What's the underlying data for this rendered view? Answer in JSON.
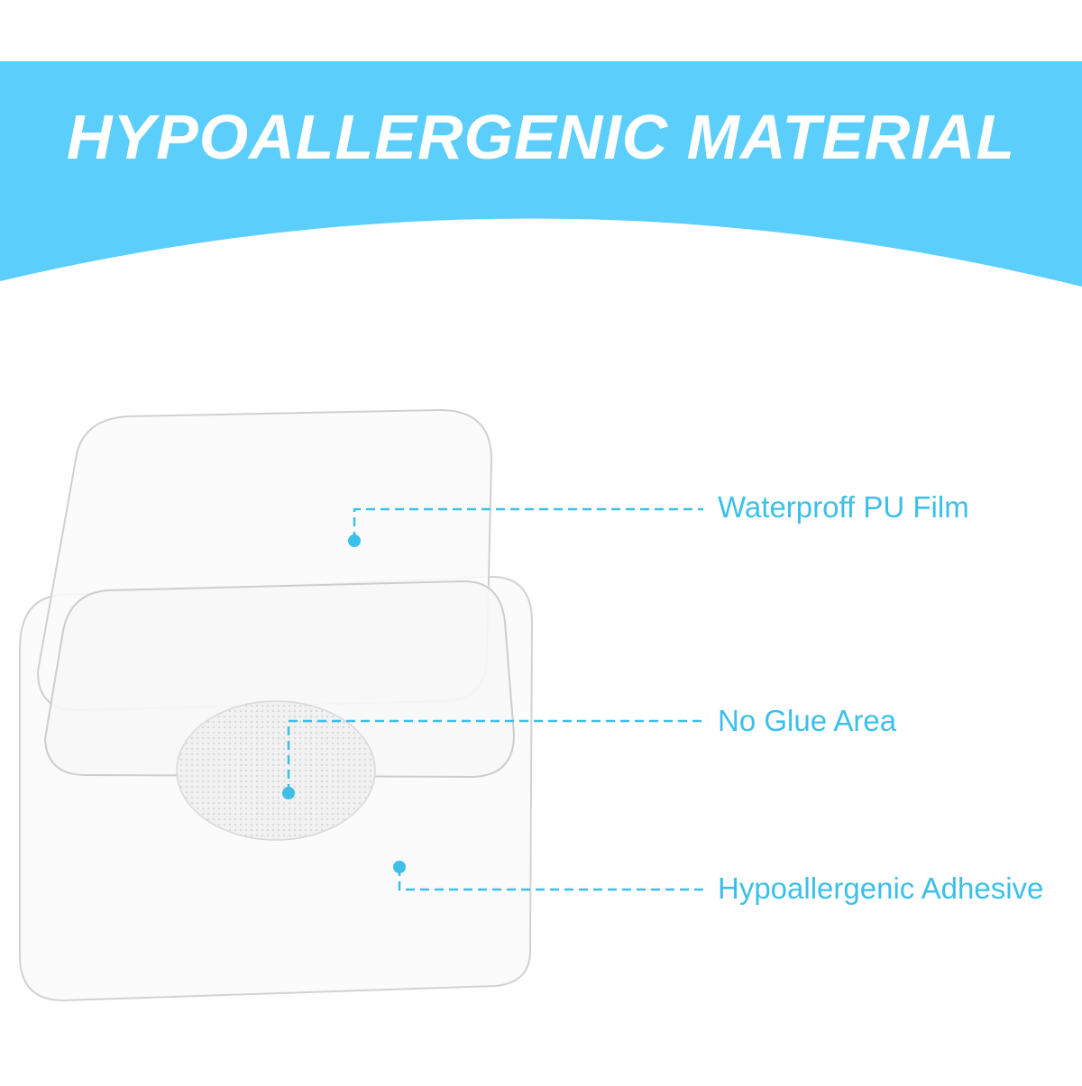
{
  "header": {
    "title": "HYPOALLERGENIC MATERIAL"
  },
  "colors": {
    "banner": "#5bcefb",
    "accent": "#3cbfe8",
    "sheet_outline": "#cfcfcf",
    "mesh": "#e4e4e4"
  },
  "labels": {
    "film": "Waterproff PU Film",
    "no_glue": "No Glue Area",
    "adhesive": "Hypoallergenic Adhesive"
  }
}
